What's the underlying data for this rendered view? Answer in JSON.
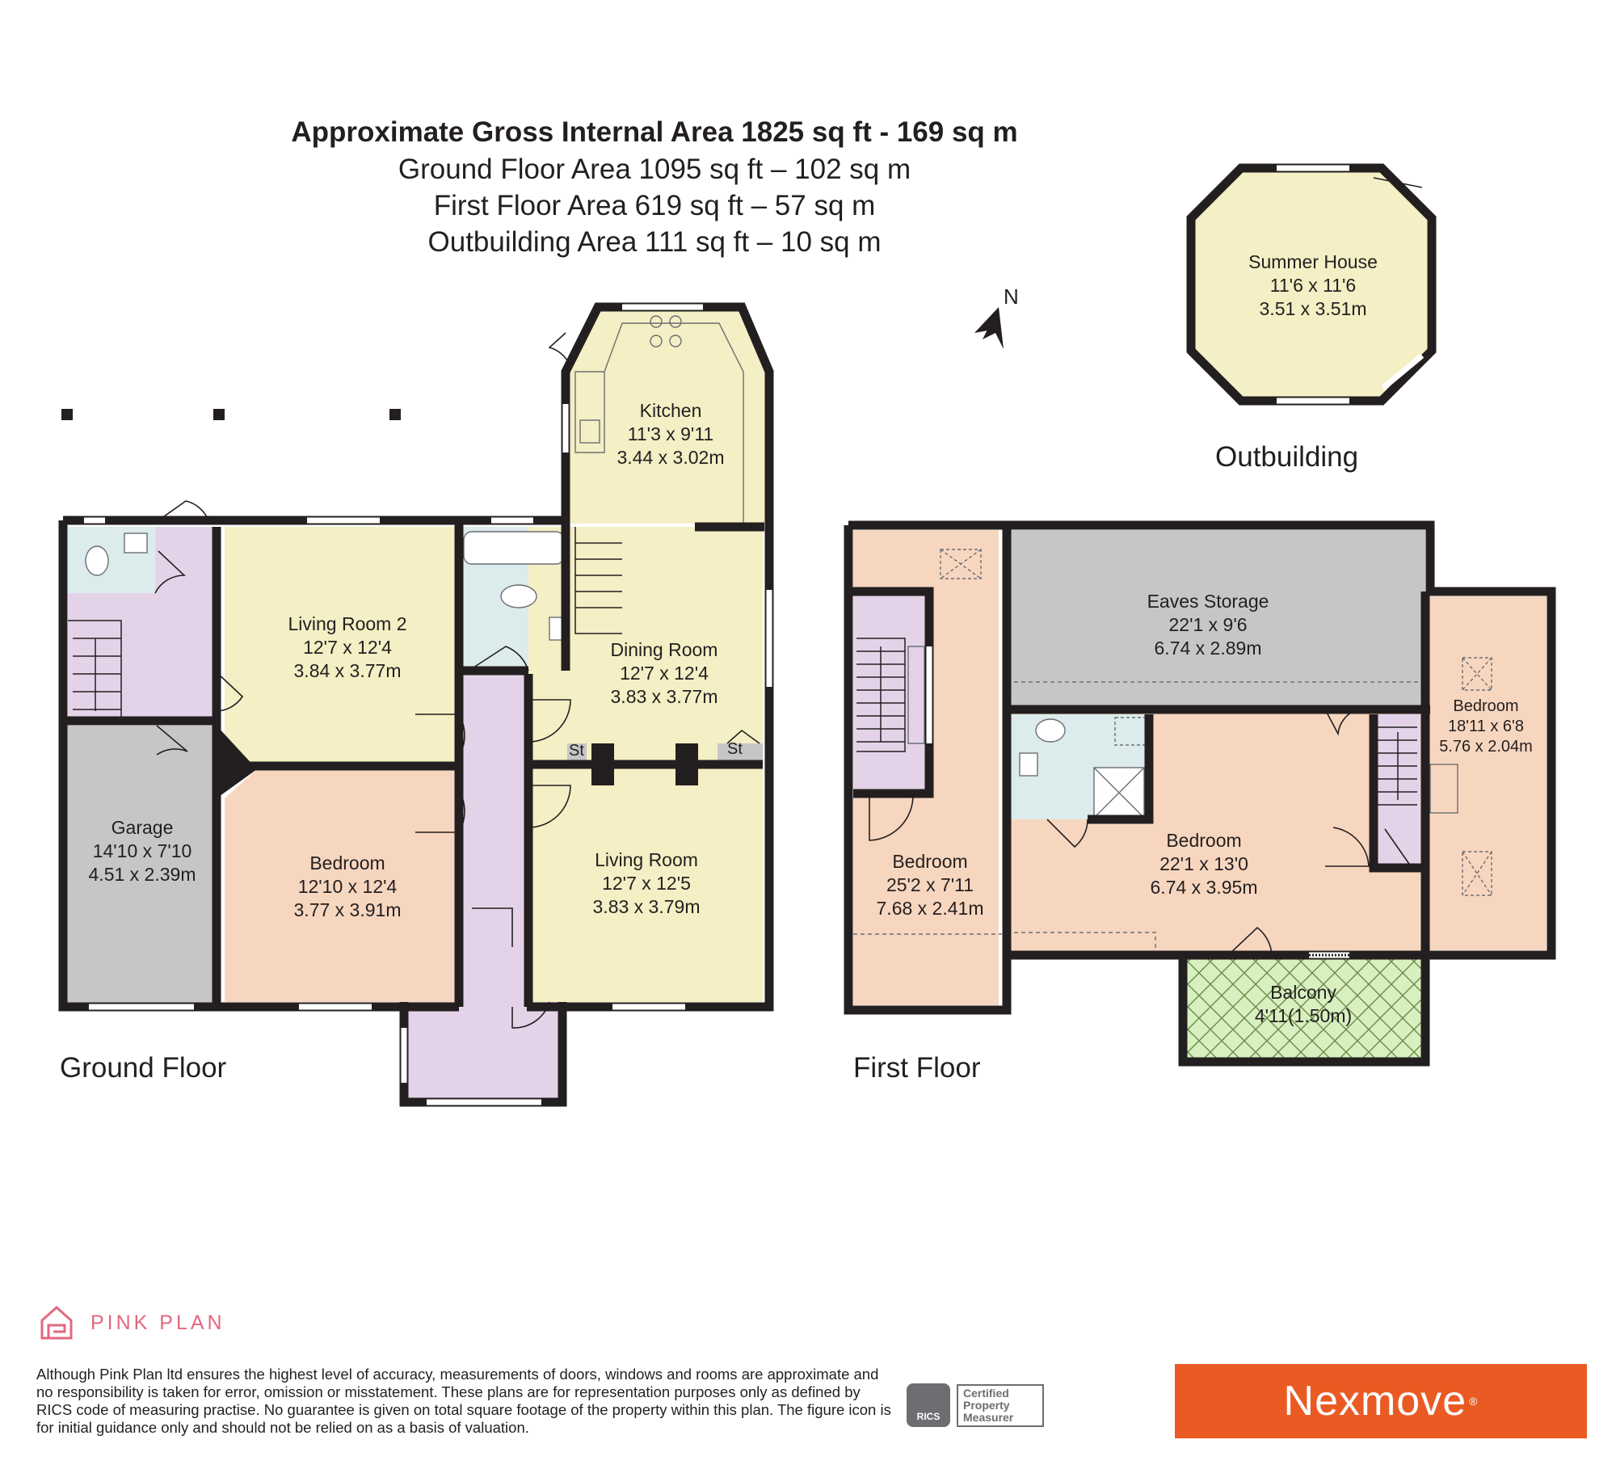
{
  "header": {
    "gross_area": "Approximate Gross Internal Area 1825 sq ft - 169 sq m",
    "ground_area": "Ground Floor Area 1095 sq ft – 102 sq m",
    "first_area": "First Floor Area 619 sq ft – 57 sq m",
    "outbuilding_area": "Outbuilding Area 111 sq ft – 10 sq m"
  },
  "compass": {
    "label": "N",
    "icon": "north-arrow-icon"
  },
  "floors": {
    "ground": "Ground Floor",
    "first": "First Floor",
    "outbuilding": "Outbuilding"
  },
  "rooms": {
    "summer_house": {
      "name": "Summer House",
      "imperial": "11'6 x 11'6",
      "metric": "3.51 x 3.51m"
    },
    "kitchen": {
      "name": "Kitchen",
      "imperial": "11'3 x 9'11",
      "metric": "3.44 x 3.02m"
    },
    "living_room_2": {
      "name": "Living Room 2",
      "imperial": "12'7 x 12'4",
      "metric": "3.84 x 3.77m"
    },
    "dining_room": {
      "name": "Dining Room",
      "imperial": "12'7 x 12'4",
      "metric": "3.83 x 3.77m"
    },
    "garage": {
      "name": "Garage",
      "imperial": "14'10 x 7'10",
      "metric": "4.51 x 2.39m"
    },
    "ground_bedroom": {
      "name": "Bedroom",
      "imperial": "12'10 x 12'4",
      "metric": "3.77 x 3.91m"
    },
    "living_room": {
      "name": "Living Room",
      "imperial": "12'7 x 12'5",
      "metric": "3.83 x 3.79m"
    },
    "eaves_storage": {
      "name": "Eaves Storage",
      "imperial": "22'1 x 9'6",
      "metric": "6.74 x 2.89m"
    },
    "bedroom_left": {
      "name": "Bedroom",
      "imperial": "25'2 x 7'11",
      "metric": "7.68 x 2.41m"
    },
    "bedroom_main": {
      "name": "Bedroom",
      "imperial": "22'1 x 13'0",
      "metric": "6.74 x 3.95m"
    },
    "bedroom_right": {
      "name": "Bedroom",
      "imperial": "18'11 x 6'8",
      "metric": "5.76 x 2.04m"
    },
    "balcony": {
      "name": "Balcony",
      "size": "4'11(1.50m)"
    }
  },
  "storage_labels": {
    "st_left": "St",
    "st_right": "St"
  },
  "colors": {
    "wall": "#231f20",
    "hall": "#e4d3e8",
    "living": "#f4efc4",
    "bedroom": "#f7d6bf",
    "garage": "#c6c6c6",
    "bathroom": "#dcebeb",
    "balcony": "#d8efbf",
    "brand_pink": "#e2687f",
    "brand_orange": "#ea5a23"
  },
  "branding": {
    "pink_plan": "PINK PLAN",
    "pink_plan_icon": "house-logo-icon",
    "rics_seal": "RICS",
    "rics_cert": "Certified Property Measurer",
    "nexmove": "Nexmove",
    "nexmove_mark": "®"
  },
  "disclaimer": "Although Pink Plan ltd ensures the highest level of accuracy, measurements of doors, windows and rooms are approximate and no responsibility is taken for error, omission or misstatement. These plans are for representation purposes only as defined by RICS code of measuring practise. No guarantee is given on total square footage of the property within this plan. The figure icon is for initial guidance only and should not be relied on as a basis of valuation."
}
